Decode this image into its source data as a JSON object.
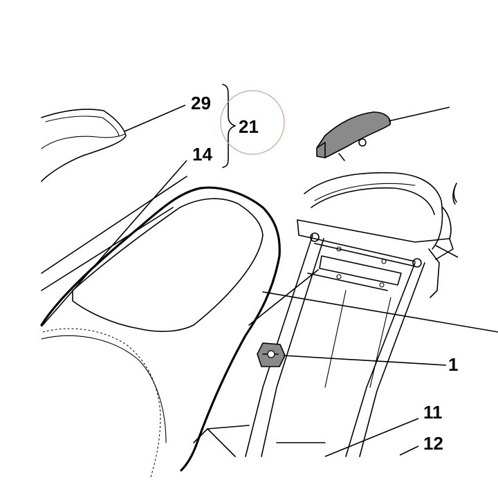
{
  "callouts": {
    "c29": "29",
    "c21": "21",
    "c14": "14",
    "c11": "11",
    "c12": "12",
    "c1": "1"
  },
  "colors": {
    "highlight_circle": "#c9a0a0",
    "line": "#000000",
    "part_fill": "#8a8a8a"
  }
}
